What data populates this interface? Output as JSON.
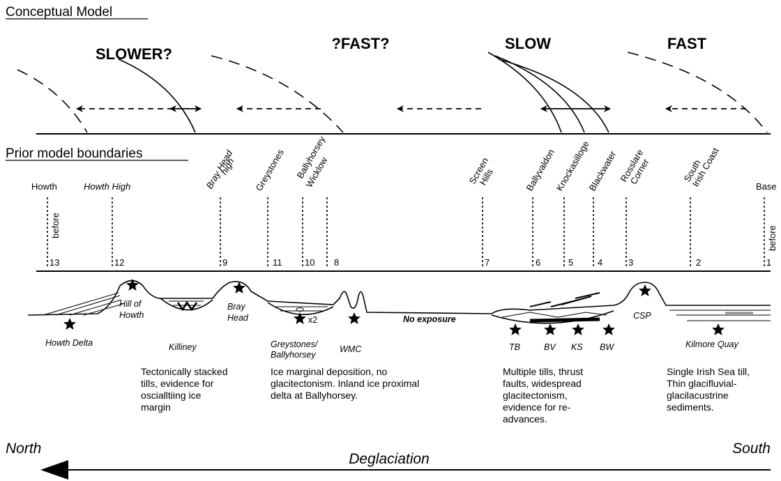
{
  "headings": {
    "conceptual": "Conceptual Model",
    "prior": "Prior model boundaries"
  },
  "speeds": [
    "SLOWER?",
    "?FAST?",
    "SLOW",
    "FAST"
  ],
  "boundaries": [
    {
      "name": "Howth",
      "italic": false,
      "number": "13",
      "before": true
    },
    {
      "name": "Howth High",
      "italic": true,
      "number": "12",
      "before": false
    },
    {
      "name_lines": [
        "Bray Head",
        "high"
      ],
      "italic": true,
      "number": "9",
      "before": false
    },
    {
      "name": "Greystones",
      "italic": false,
      "number": "11",
      "before": false
    },
    {
      "name_lines": [
        "Ballyhorsey",
        "Wicklow"
      ],
      "italic": false,
      "number": "10",
      "number2": "8",
      "before": false
    },
    {
      "name_lines": [
        "Screen",
        "Hills"
      ],
      "italic": false,
      "number": "7",
      "before": false
    },
    {
      "name": "Ballyvaldon",
      "italic": false,
      "number": "6",
      "before": false
    },
    {
      "name": "Knockasilloge",
      "italic": false,
      "number": "5",
      "before": false
    },
    {
      "name": "Blackwater",
      "italic": false,
      "number": "4",
      "before": false
    },
    {
      "name_lines": [
        "Rosslare",
        "Corner"
      ],
      "italic": false,
      "number": "3",
      "before": false
    },
    {
      "name_lines": [
        "South",
        "Irish Coast"
      ],
      "italic": false,
      "number": "2",
      "before": false
    },
    {
      "name": "Base",
      "italic": false,
      "number": "1",
      "before": true
    }
  ],
  "before_label": "before",
  "sites": {
    "howth_delta": "Howth Delta",
    "hill_of_howth": [
      "Hill of",
      "Howth"
    ],
    "killiney": "Killiney",
    "bray_head": [
      "Bray",
      "Head"
    ],
    "greystones_ballyhorsey": [
      "Greystones/",
      "Ballyhorsey"
    ],
    "x2": "x2",
    "wmc": "WMC",
    "no_exposure": "No exposure",
    "tb": "TB",
    "bv": "BV",
    "ks": "KS",
    "bw": "BW",
    "csp": "CSP",
    "kilmore_quay": "Kilmore Quay"
  },
  "descriptions": {
    "north_block": [
      "Tectonically stacked",
      "tills, evidence for",
      "oscialltiing ice",
      "margin"
    ],
    "wicklow_block": [
      "Ice marginal deposition, no",
      "glacitectonism. Inland ice proximal",
      "delta at Ballyhorsey."
    ],
    "wexford_block": [
      "Multiple tills, thrust",
      "faults, widespread",
      "glacitectonism,",
      "evidence for re-",
      "advances."
    ],
    "south_block": [
      "Single Irish Sea till,",
      "Thin glacifluvial-",
      "glacilacustrine",
      "sediments."
    ]
  },
  "bottom": {
    "north": "North",
    "south": "South",
    "deglaciation": "Deglaciation"
  }
}
